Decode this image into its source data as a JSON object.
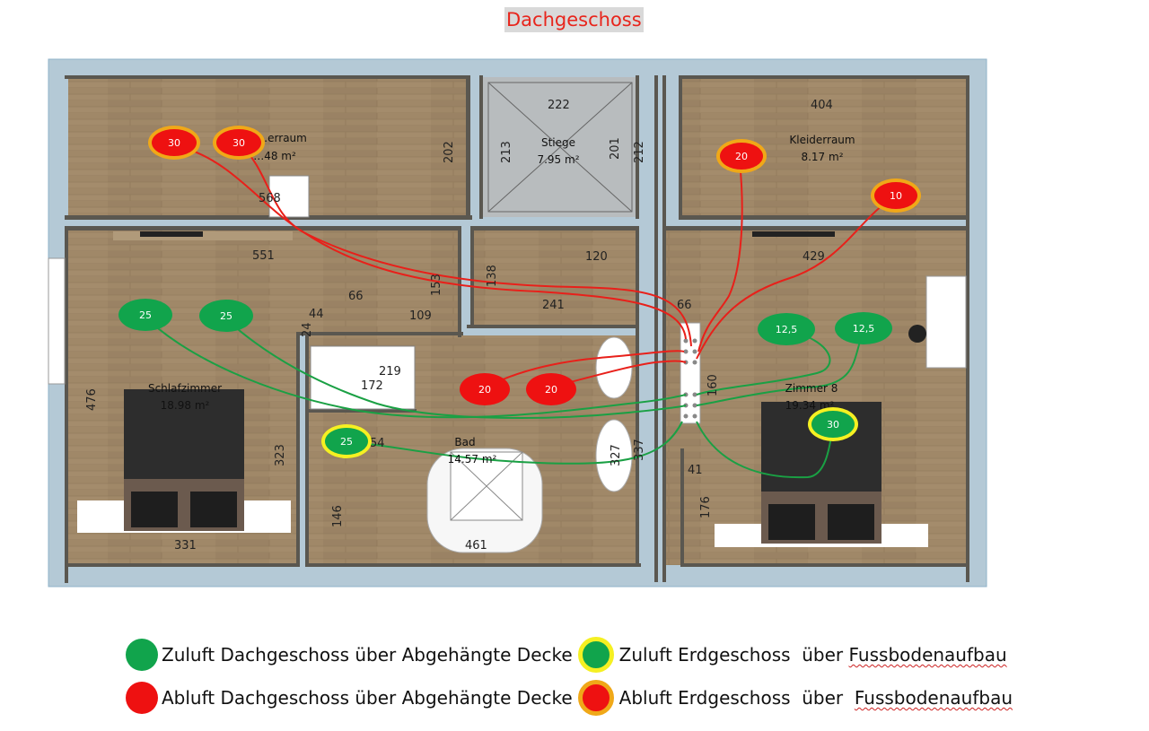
{
  "title": "Dachgeschoss",
  "rooms": {
    "abstellraum": {
      "name": "…erraum",
      "area": "…48 m²"
    },
    "stiege": {
      "name": "Stiege",
      "area": "7.95 m²"
    },
    "kleiderraum": {
      "name": "Kleiderraum",
      "area": "8.17 m²"
    },
    "schlafzimmer": {
      "name": "Schlafzimmer",
      "area": "18.98 m²"
    },
    "bad": {
      "name": "Bad",
      "area": "14.57 m²"
    },
    "zimmer8": {
      "name": "Zimmer 8",
      "area": "19.34 m²"
    }
  },
  "dimensions": [
    "202",
    "222",
    "213",
    "201",
    "212",
    "404",
    "568",
    "551",
    "153",
    "138",
    "120",
    "429",
    "66",
    "44",
    "109",
    "241",
    "66",
    "24",
    "219",
    "172",
    "476",
    "323",
    "54",
    "327",
    "337",
    "160",
    "41",
    "176",
    "146",
    "461",
    "331"
  ],
  "markers": {
    "ab_eg_1": "30",
    "ab_eg_2": "30",
    "ab_eg_3": "20",
    "ab_eg_4": "10",
    "zu_dg_1": "25",
    "zu_dg_2": "25",
    "zu_dg_3": "12,5",
    "zu_dg_4": "12,5",
    "ab_dg_1": "20",
    "ab_dg_2": "20",
    "zu_eg_1": "25",
    "zu_eg_2": "30"
  },
  "legend": {
    "zu_dg": "Zuluft Dachgeschoss über Abgehängte Decke",
    "ab_dg": "Abluft Dachgeschoss über Abgehängte Decke",
    "zu_eg_prefix": "Zuluft Erdgeschoss  über ",
    "ab_eg_prefix": "Abluft Erdgeschoss  über  ",
    "fussbodenaufbau": "Fussbodenaufbau"
  },
  "colors": {
    "zuluft": "#11a44c",
    "abluft": "#ee1111",
    "ring_zuluft_eg": "#f5f022",
    "ring_abluft_eg": "#f0a818",
    "floor": "#a08868",
    "wall": "#5a5750"
  }
}
